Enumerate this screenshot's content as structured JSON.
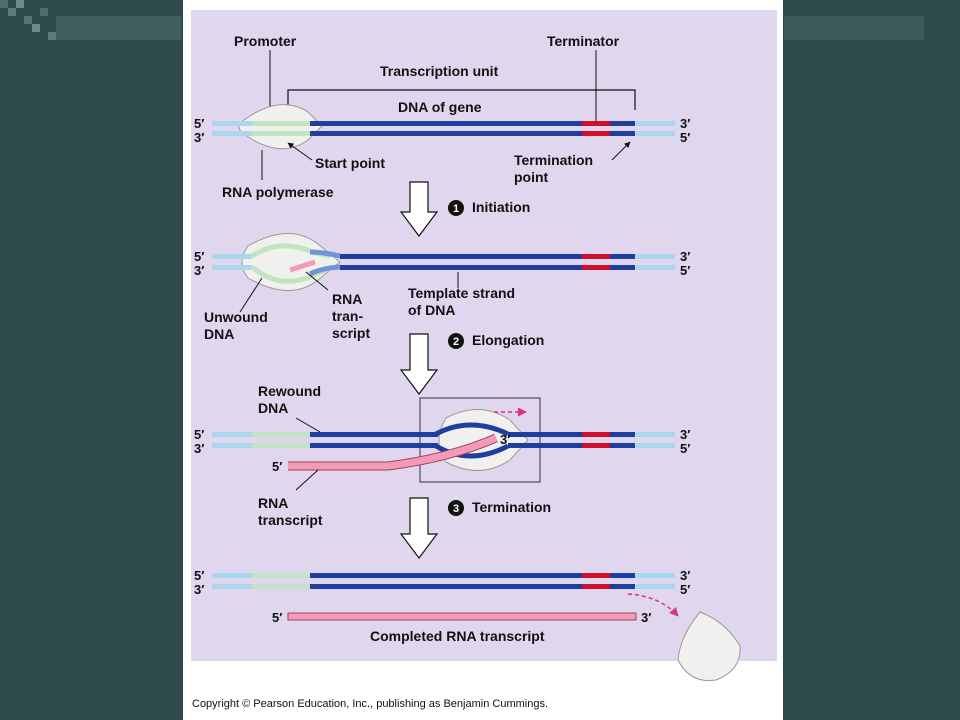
{
  "labels": {
    "promoter": "Promoter",
    "terminator": "Terminator",
    "transcription_unit": "Transcription unit",
    "dna_of_gene": "DNA of gene",
    "start_point": "Start point",
    "termination_point_1": "Termination",
    "termination_point_2": "point",
    "rna_polymerase": "RNA polymerase",
    "unwound_dna_1": "Unwound",
    "unwound_dna_2": "DNA",
    "rna_transcript_a1": "RNA",
    "rna_transcript_a2": "tran-",
    "rna_transcript_a3": "script",
    "template_strand_1": "Template strand",
    "template_strand_2": "of DNA",
    "rewound_dna_1": "Rewound",
    "rewound_dna_2": "DNA",
    "rna_transcript_b1": "RNA",
    "rna_transcript_b2": "transcript",
    "completed_rna": "Completed RNA transcript",
    "five_prime": "5′",
    "three_prime": "3′"
  },
  "steps": [
    {
      "number": "1",
      "label": "Initiation"
    },
    {
      "number": "2",
      "label": "Elongation"
    },
    {
      "number": "3",
      "label": "Termination"
    }
  ],
  "copyright": "Copyright © Pearson Education, Inc., publishing as Benjamin Cummings.",
  "colors": {
    "background": "#2f4a4a",
    "panel": "#e0d7ee",
    "dna_dark": "#1e3f9e",
    "dna_light": "#a9d7ee",
    "promoter": "#c2e3c4",
    "terminator": "#d0102a",
    "rna": "#f29ab8",
    "polymerase": "#f0f0ee"
  }
}
